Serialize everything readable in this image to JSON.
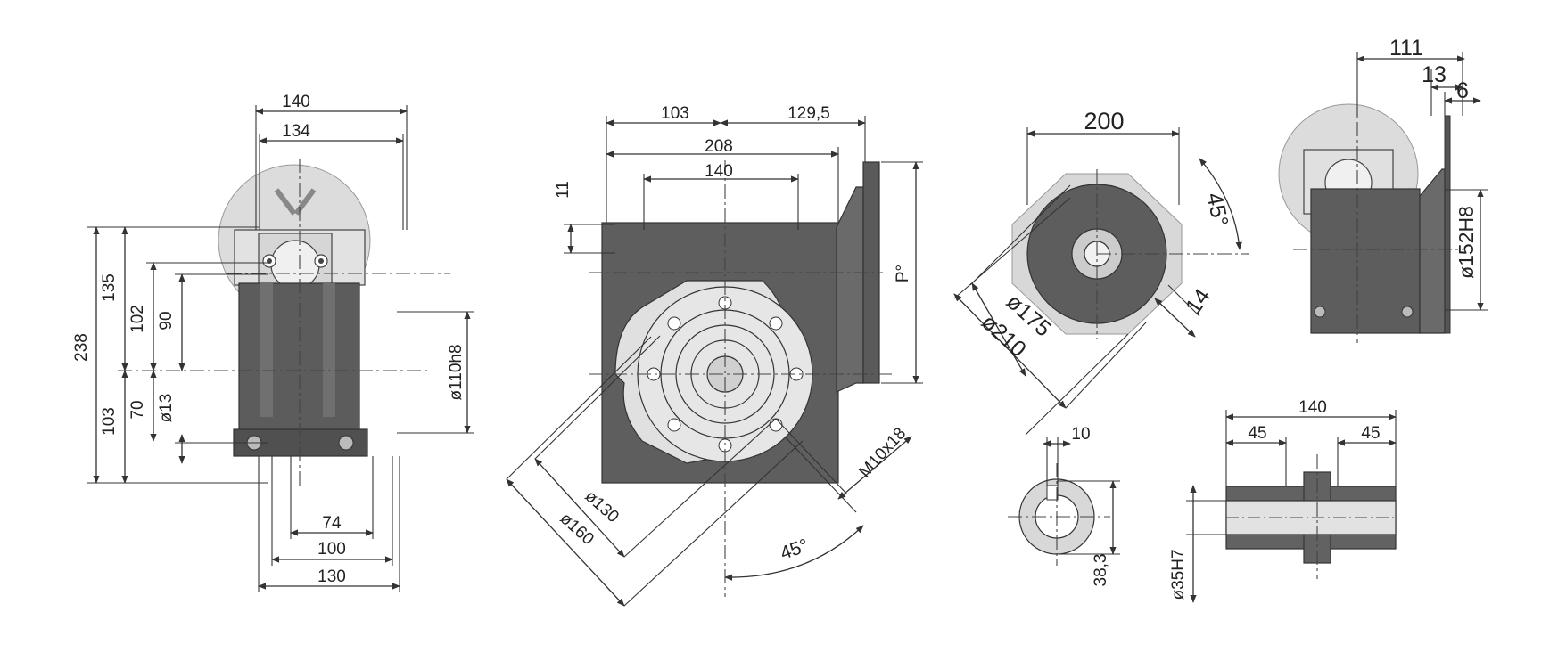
{
  "colors": {
    "body_dark": "#5f5f5f",
    "body_mid": "#8c8c8c",
    "body_light": "#d2d2d2",
    "face_light": "#dedede",
    "line": "#333333",
    "background": "#ffffff"
  },
  "view1": {
    "w140": "140",
    "w134": "134",
    "h238": "238",
    "h135": "135",
    "h102": "102",
    "h90": "90",
    "h103": "103",
    "h70": "70",
    "d13": "ø13",
    "d110h8": "ø110h8",
    "w74": "74",
    "w100": "100",
    "w130": "130"
  },
  "view2": {
    "w103": "103",
    "w129_5": "129,5",
    "w208": "208",
    "w140": "140",
    "h11": "11",
    "p": "P°",
    "d130": "ø130",
    "d160": "ø160",
    "m10x18": "M10x18",
    "a45": "45°"
  },
  "view3": {
    "w200": "200",
    "a45": "45°",
    "d175": "ø175",
    "d210": "ø210",
    "t14": "14"
  },
  "view4": {
    "w111": "111",
    "w13": "13",
    "w6": "6",
    "d152h8": "ø152H8"
  },
  "view5": {
    "w10": "10",
    "h38_3": "38,3"
  },
  "view6": {
    "w140": "140",
    "w45a": "45",
    "w45b": "45",
    "d35h7": "ø35H7"
  }
}
